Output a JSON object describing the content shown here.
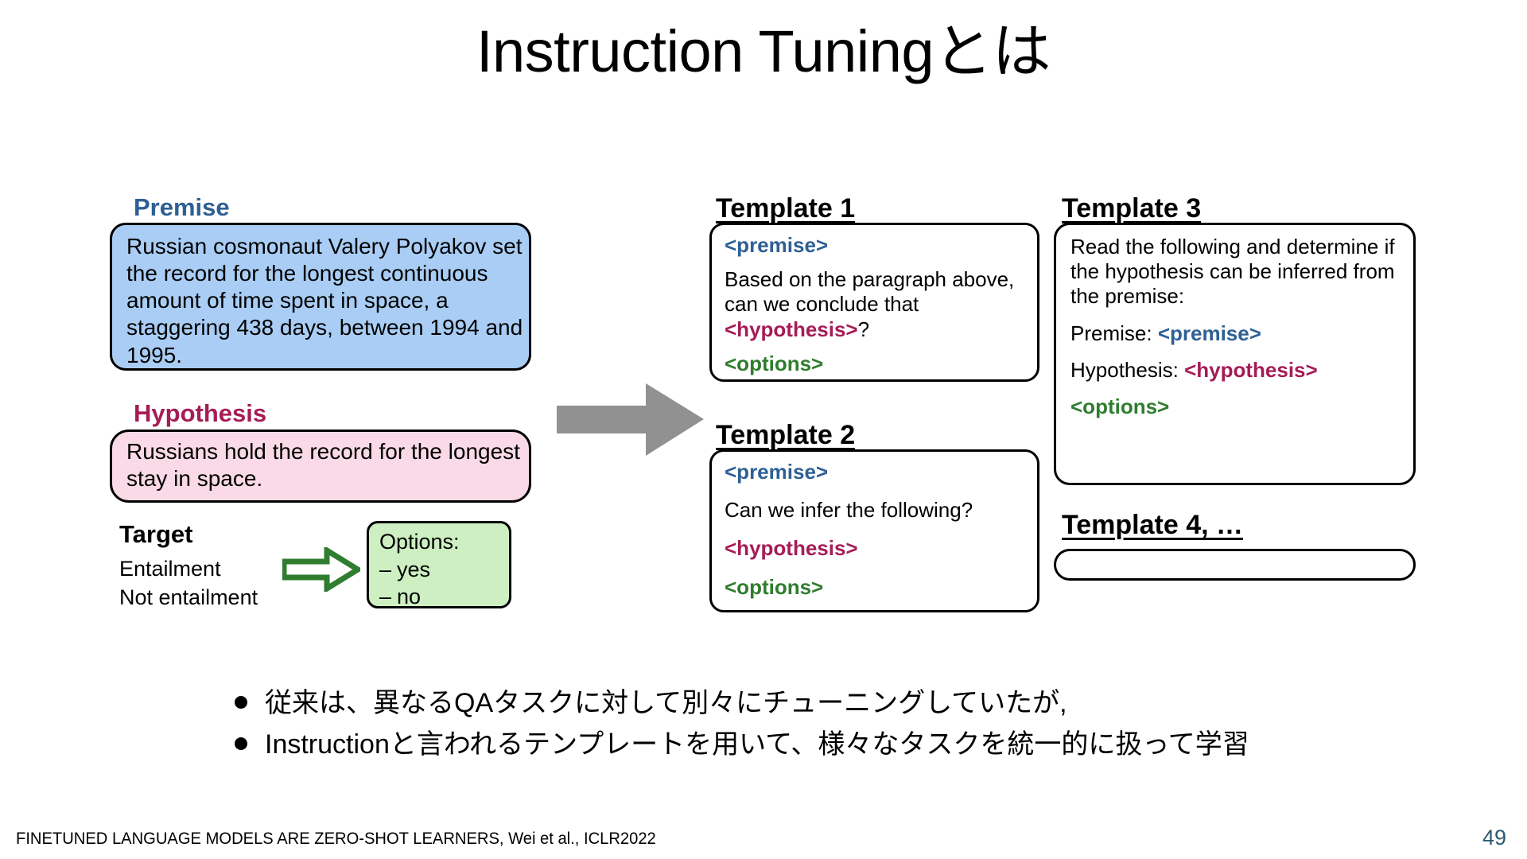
{
  "slide": {
    "title": "Instruction Tuningとは",
    "page_number": "49",
    "footer_citation": "FINETUNED LANGUAGE MODELS ARE ZERO-SHOT LEARNERS, Wei et al., ICLR2022"
  },
  "colors": {
    "premise_accent": "#2e6094",
    "hypothesis_accent": "#a51c56",
    "options_accent": "#2f7d2f",
    "premise_fill": "#a9cdf4",
    "hypothesis_fill": "#f9dae6",
    "options_fill": "#cdefc1",
    "arrow_gray": "#919191",
    "arrow_green": "#2f7d2f",
    "page_number": "#2b5a70"
  },
  "example": {
    "premise": {
      "label": "Premise",
      "text": "Russian cosmonaut Valery Polyakov set the record for the longest continuous amount of time spent in space, a staggering 438 days, between 1994 and 1995."
    },
    "hypothesis": {
      "label": "Hypothesis",
      "text": "Russians hold the record for the longest stay in space."
    },
    "target": {
      "label": "Target",
      "values": [
        "Entailment",
        "Not entailment"
      ]
    },
    "options": {
      "title": "Options:",
      "items": [
        "yes",
        "no"
      ],
      "dash": "–"
    }
  },
  "templates": [
    {
      "heading": "Template 1",
      "lines": [
        [
          {
            "t": "<premise>",
            "style": "premise"
          }
        ],
        [
          {
            "t": "Based on the paragraph above, can we conclude that ",
            "style": "plain"
          },
          {
            "t": "<hypothesis>",
            "style": "hypothesis"
          },
          {
            "t": "?",
            "style": "plain"
          }
        ],
        [
          {
            "t": "<options>",
            "style": "options"
          }
        ]
      ]
    },
    {
      "heading": "Template 2",
      "lines": [
        [
          {
            "t": "<premise>",
            "style": "premise"
          }
        ],
        [
          {
            "t": "Can we infer the following?",
            "style": "plain"
          }
        ],
        [
          {
            "t": "<hypothesis>",
            "style": "hypothesis"
          }
        ],
        [
          {
            "t": "<options>",
            "style": "options"
          }
        ]
      ]
    },
    {
      "heading": "Template 3",
      "lines": [
        [
          {
            "t": "Read the following and determine if the hypothesis can be inferred from the premise:",
            "style": "plain"
          }
        ],
        [
          {
            "t": "Premise: ",
            "style": "plain"
          },
          {
            "t": "<premise>",
            "style": "premise"
          }
        ],
        [
          {
            "t": "Hypothesis: ",
            "style": "plain"
          },
          {
            "t": "<hypothesis>",
            "style": "hypothesis"
          }
        ],
        [
          {
            "t": "<options>",
            "style": "options"
          }
        ]
      ]
    },
    {
      "heading": "Template 4, …",
      "lines": []
    }
  ],
  "bullets": [
    "従来は、異なるQAタスクに対して別々にチューニングしていたが,",
    "Instructionと言われるテンプレートを用いて、様々なタスクを統一的に扱って学習"
  ],
  "icons": {
    "gray_arrow": "right-arrow-icon",
    "green_arrow": "right-arrow-outline-icon"
  }
}
